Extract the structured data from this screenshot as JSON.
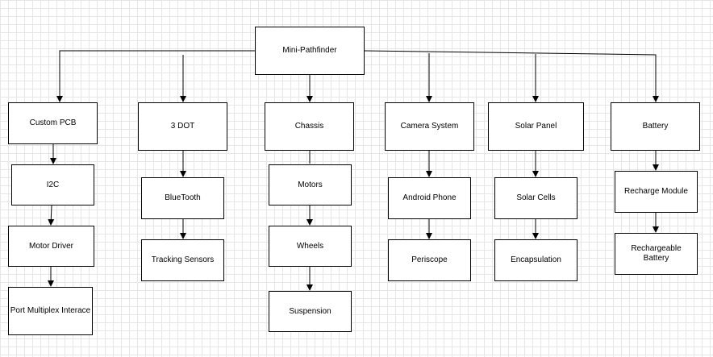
{
  "diagram": {
    "root": "Mini-Pathfinder",
    "branches": [
      {
        "title": "Custom PCB",
        "children": [
          "I2C",
          "Motor Driver",
          "Port Multiplex Interace"
        ]
      },
      {
        "title": "3 DOT",
        "children": [
          "BlueTooth",
          "Tracking Sensors"
        ]
      },
      {
        "title": "Chassis",
        "children": [
          "Motors",
          "Wheels",
          "Suspension"
        ]
      },
      {
        "title": "Camera System",
        "children": [
          "Android Phone",
          "Periscope"
        ]
      },
      {
        "title": "Solar Panel",
        "children": [
          "Solar Cells",
          "Encapsulation"
        ]
      },
      {
        "title": "Battery",
        "children": [
          "Recharge Module",
          "Rechargeable Battery"
        ]
      }
    ]
  },
  "colors": {
    "line": "#000000",
    "box_border": "#000000",
    "grid": "#e6e6e6"
  }
}
